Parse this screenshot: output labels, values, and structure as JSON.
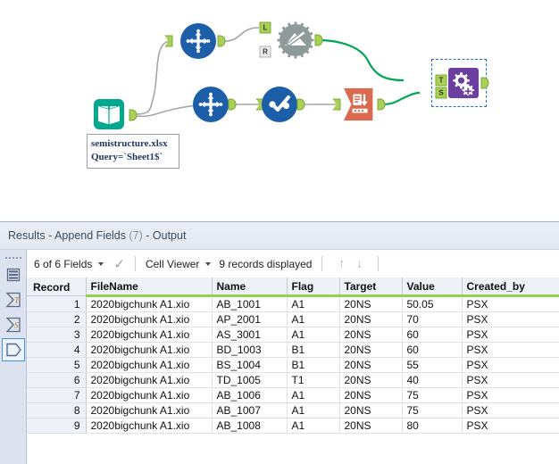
{
  "canvas": {
    "annotation": "semistructure.xlsx\nQuery=`Sheet1$`",
    "tools": [
      {
        "id": "input",
        "name": "input-data-tool",
        "icon": "book-icon"
      },
      {
        "id": "select1",
        "name": "select-tool-upper",
        "icon": "four-way-arrow-icon"
      },
      {
        "id": "join",
        "name": "join-tool",
        "icon": "cog-join-icon",
        "input_labels": [
          "L",
          "R"
        ]
      },
      {
        "id": "select2",
        "name": "select-tool-lower",
        "icon": "four-way-arrow-icon"
      },
      {
        "id": "cleanse",
        "name": "data-cleansing-tool",
        "icon": "check-circle-icon"
      },
      {
        "id": "sort",
        "name": "sort-tool",
        "icon": "document-arrow-icon"
      },
      {
        "id": "append",
        "name": "append-fields-tool",
        "icon": "gears-icon",
        "input_labels": [
          "T",
          "S"
        ],
        "selected": true
      }
    ],
    "colors": {
      "blue_tool": "#1c5fa8",
      "teal_tool": "#00a88f",
      "gray_tool": "#8f9b9b",
      "orange_tool": "#d9694f",
      "purple_tool": "#6b3fa0",
      "anchor_green": "#a9cf54",
      "wire_gray": "#a6a6a6",
      "wire_green": "#00a651",
      "selection_blue": "#1c6fd0"
    }
  },
  "results": {
    "title_main": "Results - Append Fields",
    "title_count": "(7)",
    "title_suffix": "- Output",
    "rail": [
      {
        "name": "rows-icon",
        "selected": false
      },
      {
        "name": "sigma-t-icon",
        "selected": false
      },
      {
        "name": "sigma-s-icon",
        "selected": false
      },
      {
        "name": "tag-pentagon-icon",
        "selected": true
      }
    ],
    "toolbar": {
      "fields_label": "6 of 6 Fields",
      "viewer_label": "Cell Viewer",
      "records_label": "9 records displayed",
      "check_glyph": "✓",
      "up_glyph": "↑",
      "down_glyph": "↓"
    },
    "table": {
      "columns": [
        "Record",
        "FileName",
        "Name",
        "Flag",
        "Target",
        "Value",
        "Created_by"
      ],
      "rows": [
        [
          "1",
          "2020bigchunk A1.xio",
          "AB_1001",
          "A1",
          "20NS",
          "50.05",
          "PSX"
        ],
        [
          "2",
          "2020bigchunk A1.xio",
          "AP_2001",
          "A1",
          "20NS",
          "70",
          "PSX"
        ],
        [
          "3",
          "2020bigchunk A1.xio",
          "AS_3001",
          "A1",
          "20NS",
          "60",
          "PSX"
        ],
        [
          "4",
          "2020bigchunk A1.xio",
          "BD_1003",
          "B1",
          "20NS",
          "60",
          "PSX"
        ],
        [
          "5",
          "2020bigchunk A1.xio",
          "BS_1004",
          "B1",
          "20NS",
          "55",
          "PSX"
        ],
        [
          "6",
          "2020bigchunk A1.xio",
          "TD_1005",
          "T1",
          "20NS",
          "40",
          "PSX"
        ],
        [
          "7",
          "2020bigchunk A1.xio",
          "AB_1006",
          "A1",
          "20NS",
          "75",
          "PSX"
        ],
        [
          "8",
          "2020bigchunk A1.xio",
          "AB_1007",
          "A1",
          "20NS",
          "75",
          "PSX"
        ],
        [
          "9",
          "2020bigchunk A1.xio",
          "AB_1008",
          "A1",
          "20NS",
          "80",
          "PSX"
        ]
      ]
    }
  }
}
